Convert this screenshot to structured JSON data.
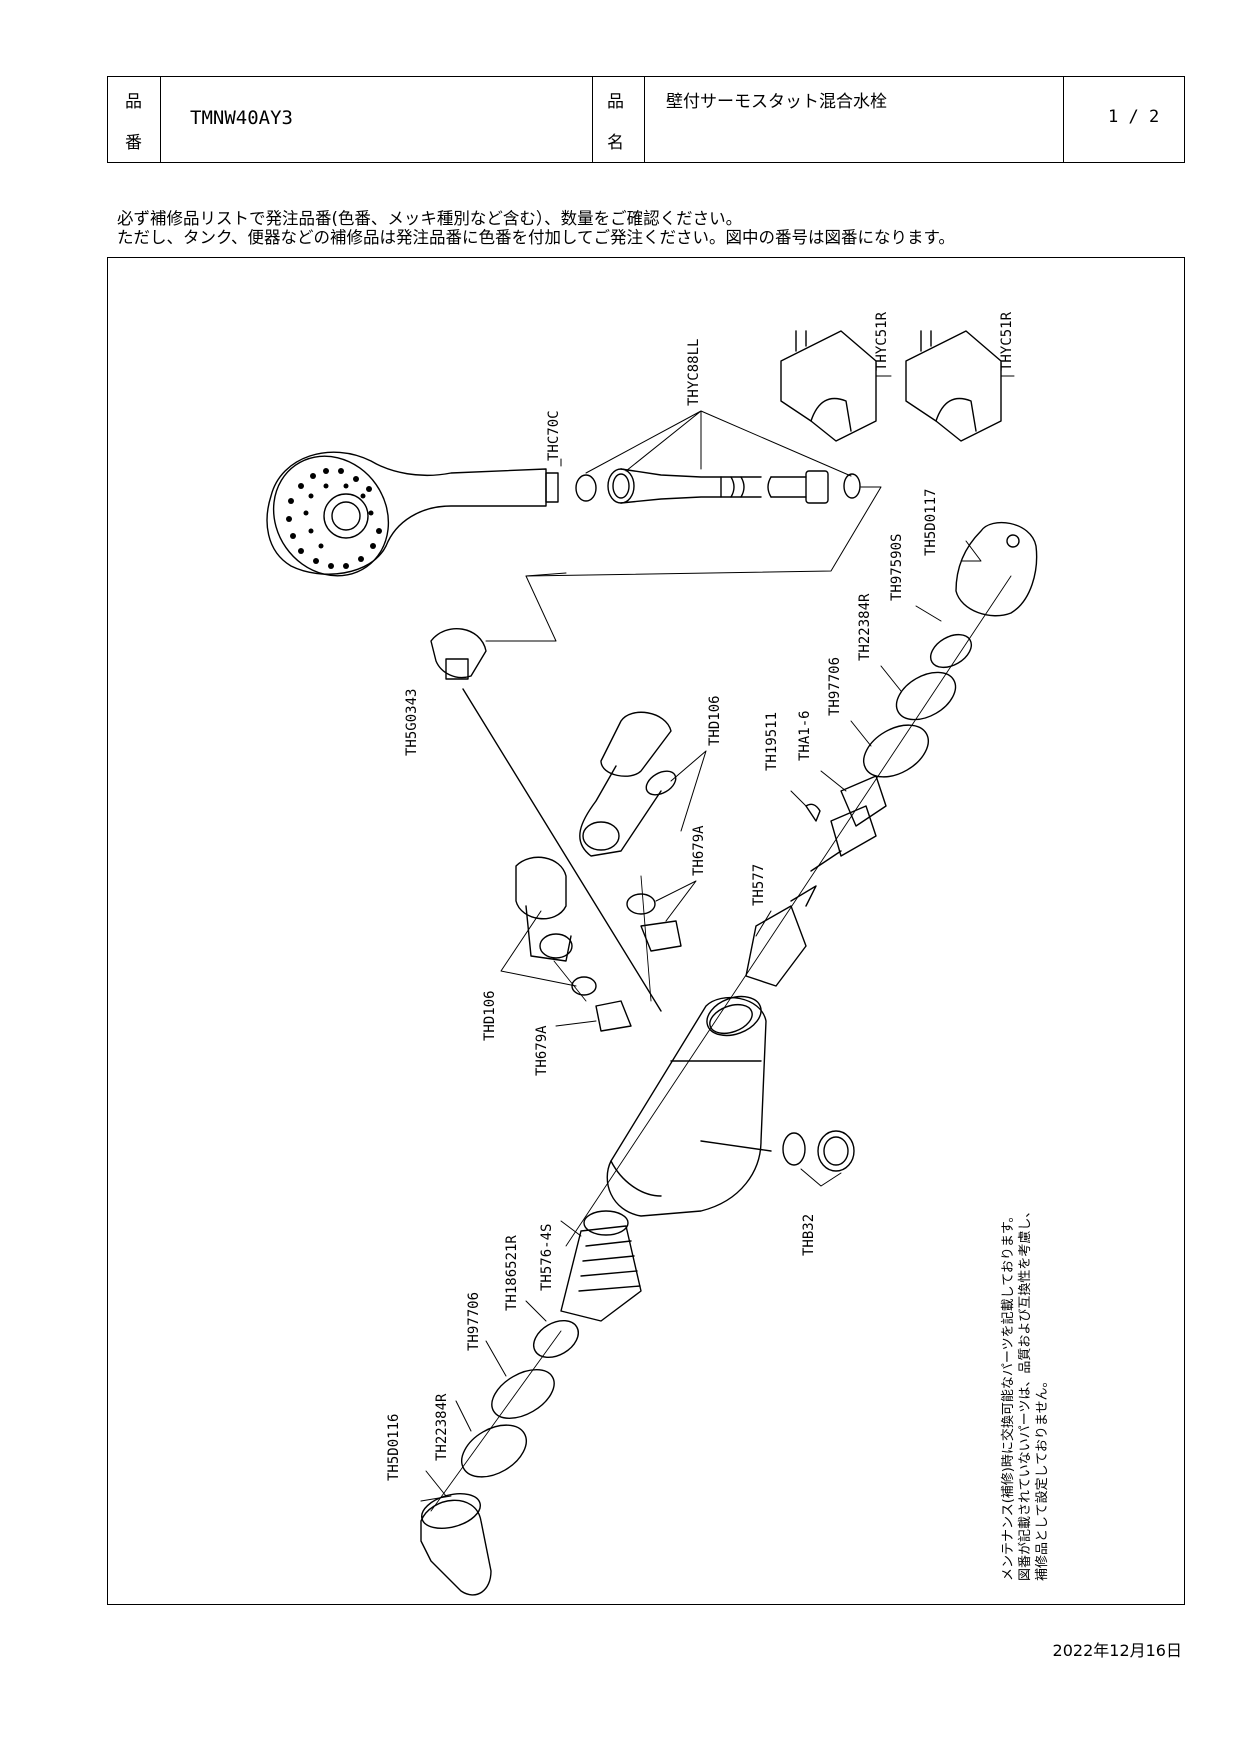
{
  "header": {
    "part_no_label_1": "品",
    "part_no_label_2": "番",
    "part_no": "TMNW40AY3",
    "name_label_1": "品",
    "name_label_2": "名",
    "product_name": "壁付サーモスタット混合水栓",
    "page": "1 / 2"
  },
  "notice": {
    "line1": "必ず補修品リストで発注品番(色番、メッキ種別など含む）、数量をご確認ください。",
    "line2": "ただし、タンク、便器などの補修品は発注品番に色番を付加してご発注ください。図中の番号は図番になります。"
  },
  "labels": {
    "thc70c": "THC70C",
    "thyc88ll": "THYC88LL",
    "thyc51r_1": "THYC51R",
    "thyc51r_2": "THYC51R",
    "th5d0117": "TH5D0117",
    "th97590s": "TH97590S",
    "th22384r_top": "TH22384R",
    "th97706_top": "TH97706",
    "tha1_6": "THA1-6",
    "th19511": "TH19511",
    "th5g0343": "TH5G0343",
    "thd106_top": "THD106",
    "th679a_top": "TH679A",
    "th577": "TH577",
    "thd106_left": "THD106",
    "th679a_left": "TH679A",
    "thb32": "THB32",
    "th576_4s": "TH576-4S",
    "th186521r": "TH186521R",
    "th97706_bottom": "TH97706",
    "th22384r_bottom": "TH22384R",
    "th5d0116": "TH5D0116"
  },
  "maintenance_note": {
    "line1": "メンテナンス(補修)時に交換可能なパーツを記載しております。",
    "line2": "図番が記載されていないパーツは、品質および互換性を考慮し、",
    "line3": "補修品として設定しておりません。"
  },
  "date": "2022年12月16日"
}
